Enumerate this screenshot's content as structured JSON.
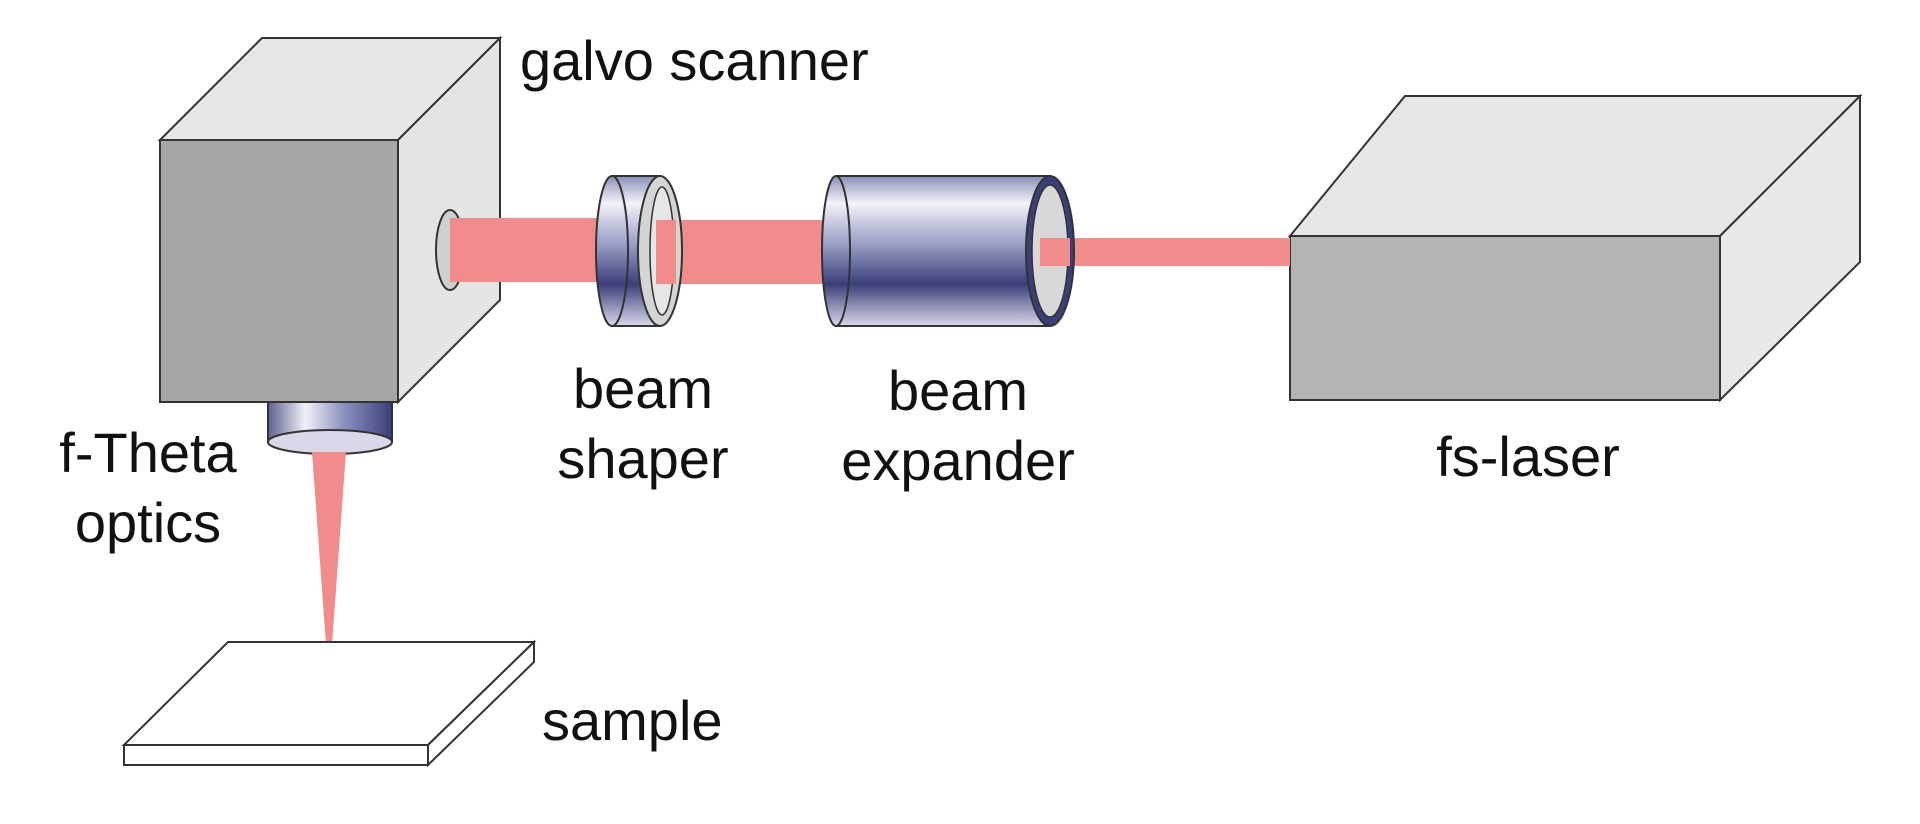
{
  "labels": {
    "galvo_scanner": "galvo scanner",
    "beam_shaper_line1": "beam",
    "beam_shaper_line2": "shaper",
    "beam_expander_line1": "beam",
    "beam_expander_line2": "expander",
    "fs_laser": "fs-laser",
    "f_theta_line1": "f-Theta",
    "f_theta_line2": "optics",
    "sample": "sample"
  },
  "colors": {
    "beam": "#f08c8c",
    "lens_dark": "#3a3f7a",
    "box_front": "#a8a8a8",
    "box_side": "#e4e4e4",
    "box_top": "#e6e6e6",
    "laser_front": "#b3b3b3"
  }
}
